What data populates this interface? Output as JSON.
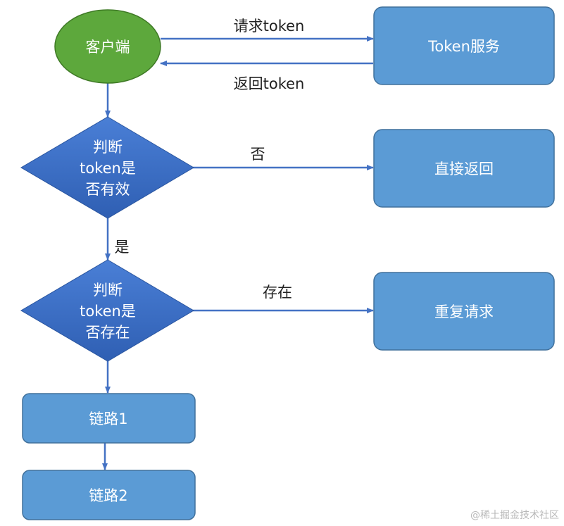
{
  "colors": {
    "box_fill": "#5B9BD5",
    "box_stroke": "#41719C",
    "client_fill": "#5DA83C",
    "client_stroke": "#3F7A26",
    "diamond_fill": "#3E72C8",
    "arrow": "#4472C4"
  },
  "nodes": {
    "client": "客户端",
    "token_service": "Token服务",
    "direct_return": "直接返回",
    "repeat_request": "重复请求",
    "link1": "链路1",
    "link2": "链路2",
    "check_valid": [
      "判断",
      "token是",
      "否有效"
    ],
    "check_exists": [
      "判断",
      "token是",
      "否存在"
    ]
  },
  "edges": {
    "request_token": "请求token",
    "return_token": "返回token",
    "no": "否",
    "yes": "是",
    "exists": "存在"
  },
  "watermark": "@稀土掘金技术社区"
}
